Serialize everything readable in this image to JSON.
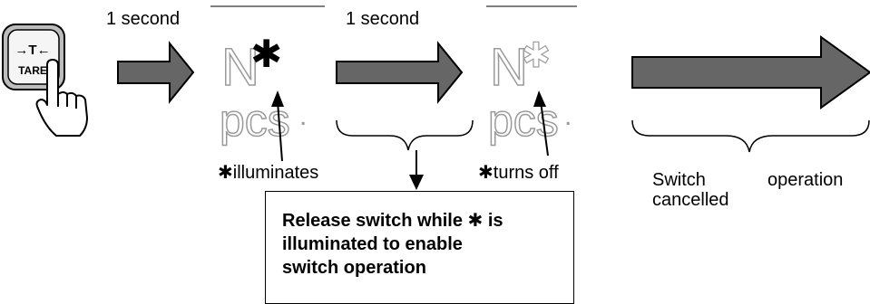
{
  "tare_button": {
    "line1": "→T←",
    "line2": "TARE"
  },
  "display_1": {
    "letter": "N",
    "unit": "pcs",
    "dot": ".",
    "indicator": "✱"
  },
  "display_2": {
    "letter": "N",
    "unit": "pcs",
    "dot": ".",
    "indicator": "✱"
  },
  "labels": {
    "step1_time": "1 second",
    "step2_time": "1 second",
    "illuminates_text": "illuminates",
    "turns_off_text": "turns off",
    "star_symbol": "✱",
    "cancel_line1": "Switch",
    "cancel_line1b": "operation",
    "cancel_line2": "cancelled"
  },
  "note": {
    "text_a": "Release switch while",
    "star": "✱",
    "text_b": "is\nilluminated to enable\nswitch operation"
  },
  "colors": {
    "arrow_fill": "#666666",
    "arrow_stroke": "#000000",
    "display_outline": "#9a9a9a"
  }
}
